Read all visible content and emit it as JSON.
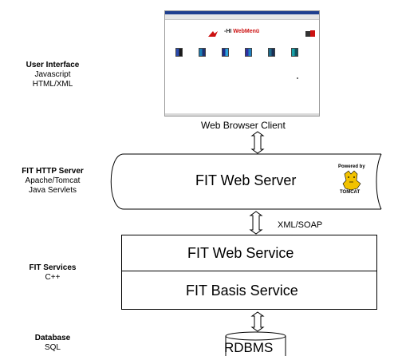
{
  "layers": [
    {
      "title": "User Interface",
      "lines": [
        "Javascript",
        "HTML/XML"
      ]
    },
    {
      "title": "FIT HTTP Server",
      "lines": [
        "Apache/Tomcat",
        "Java Servlets"
      ]
    },
    {
      "title": "FIT Services",
      "lines": [
        "C++"
      ]
    },
    {
      "title": "Database",
      "lines": [
        "SQL"
      ]
    }
  ],
  "browser": {
    "menu_title_prefix": "-HI ",
    "menu_title_red": "WebMenü",
    "caption": "Web Browser Client"
  },
  "server": {
    "label": "FIT Web Server",
    "badge_top": "Powered by",
    "badge_bottom": "TOMCAT"
  },
  "connector_label": "XML/SOAP",
  "services": {
    "web": "FIT Web Service",
    "basis": "FIT Basis Service"
  },
  "database": {
    "label": "RDBMS"
  },
  "colors": {
    "line": "#000000",
    "menu_red": "#cc1111",
    "browser_title": "#1f3f8f"
  }
}
